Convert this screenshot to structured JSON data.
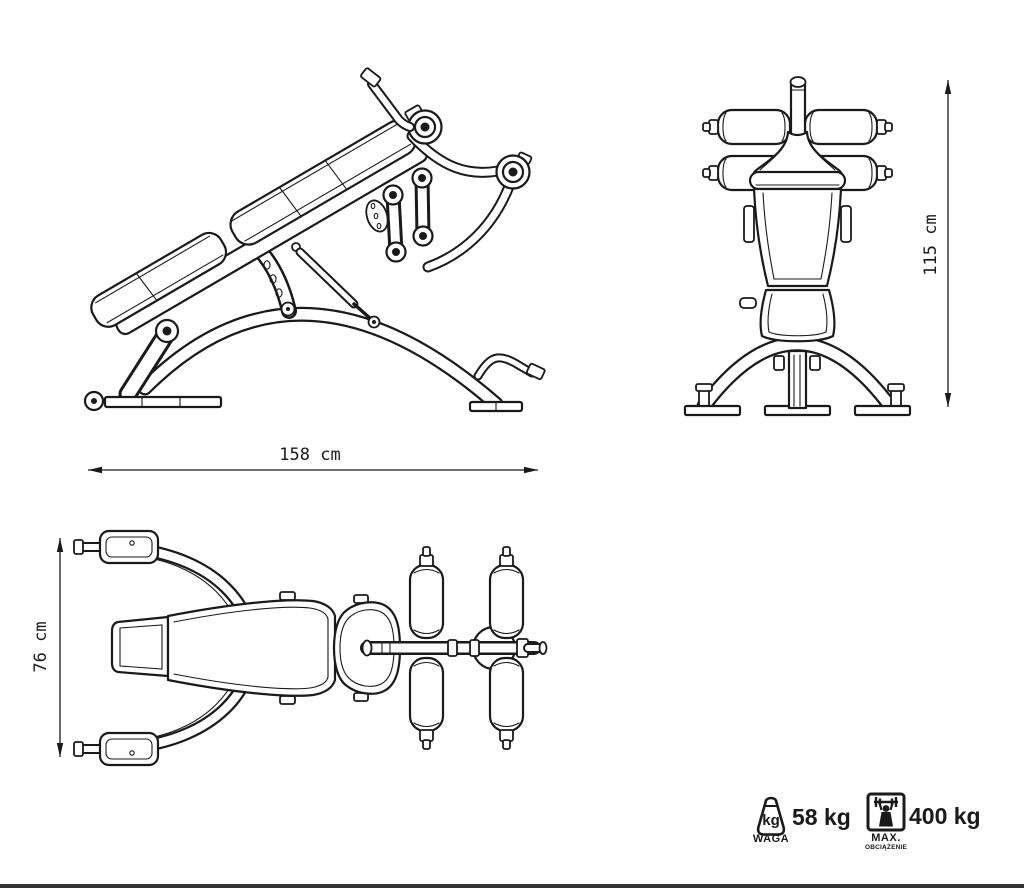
{
  "page": {
    "ink_color": "#1a1a1a",
    "background": "#ffffff",
    "footer_bar_color": "#333333"
  },
  "dimensions": {
    "length": {
      "value": "158 cm"
    },
    "height": {
      "value": "115 cm"
    },
    "width": {
      "value": "76 cm"
    }
  },
  "specs": {
    "weight": {
      "icon": "weight-icon",
      "icon_label": "kg",
      "value": "58 kg",
      "label": "WAGA"
    },
    "max_load": {
      "icon": "max-load-icon",
      "value": "400 kg",
      "label_line1": "MAX.",
      "label_line2": "OBCIĄŻENIE"
    }
  }
}
